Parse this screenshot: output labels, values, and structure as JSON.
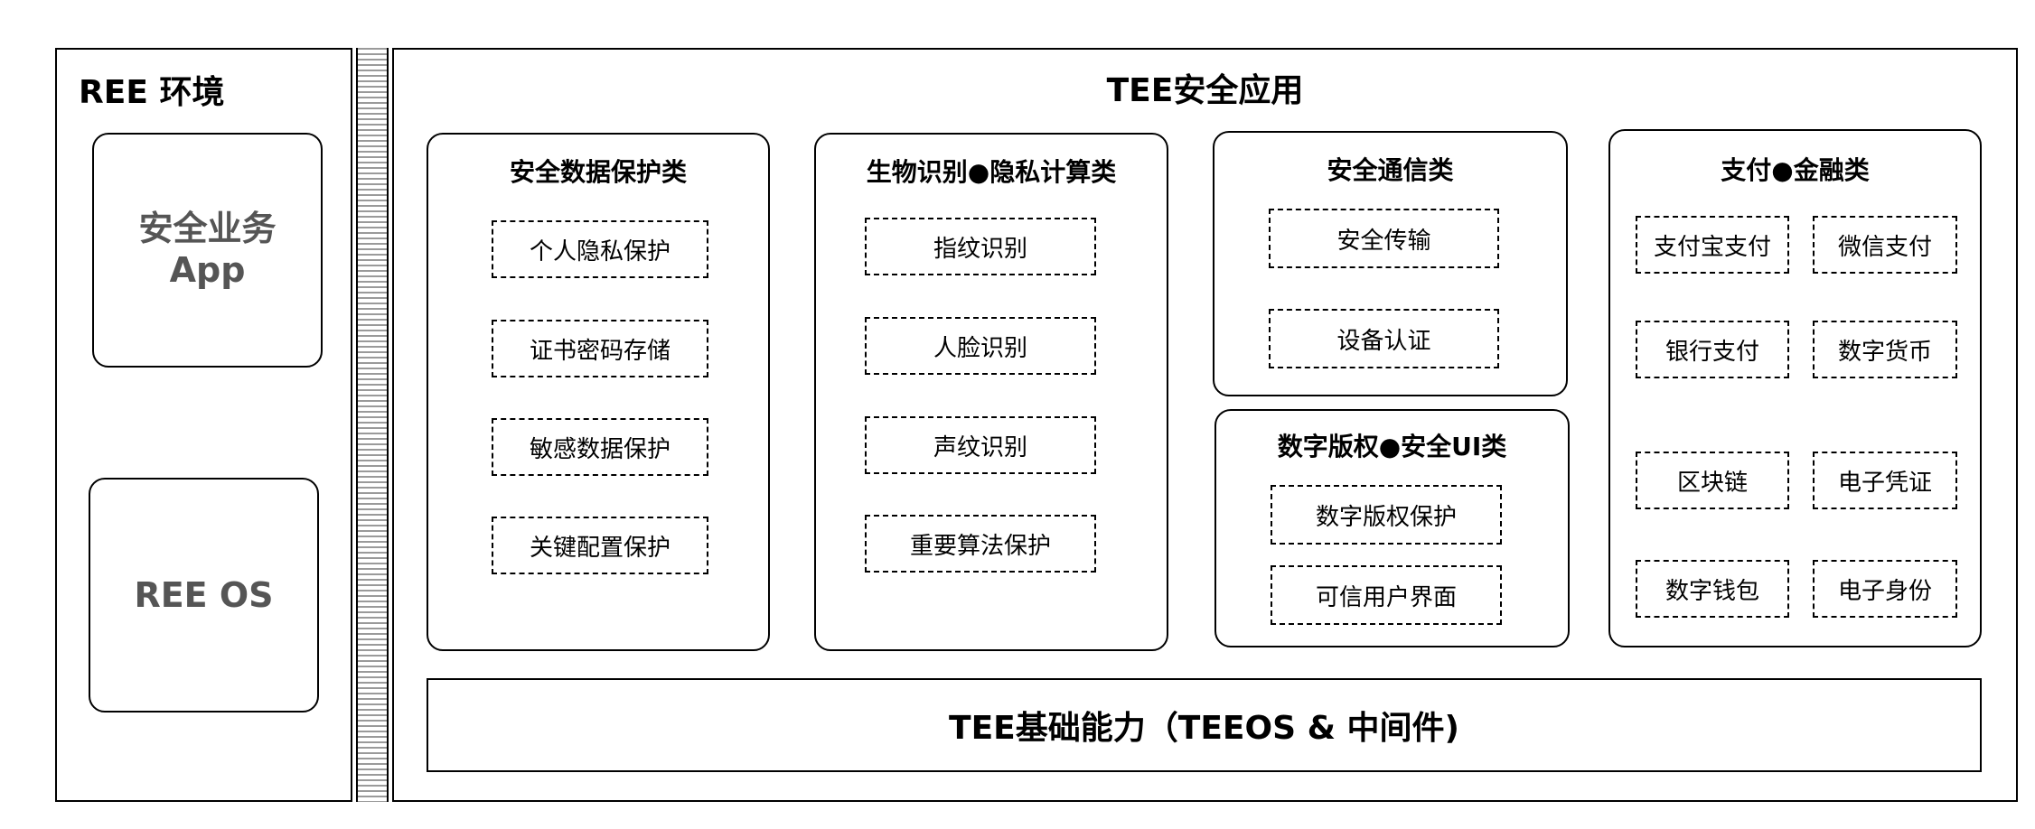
{
  "ree": {
    "title": "REE 环境",
    "app_line1": "安全业务",
    "app_line2": "App",
    "os": "REE OS"
  },
  "tee": {
    "title": "TEE安全应用",
    "base": "TEE基础能力（TEEOS & 中间件)",
    "groups": {
      "data": {
        "title": "安全数据保护类",
        "items": [
          "个人隐私保护",
          "证书密码存储",
          "敏感数据保护",
          "关键配置保护"
        ]
      },
      "bio": {
        "title": "生物识别●隐私计算类",
        "items": [
          "指纹识别",
          "人脸识别",
          "声纹识别",
          "重要算法保护"
        ]
      },
      "comm": {
        "title": "安全通信类",
        "items": [
          "安全传输",
          "设备认证"
        ]
      },
      "drm": {
        "title": "数字版权●安全UI类",
        "items": [
          "数字版权保护",
          "可信用户界面"
        ]
      },
      "pay": {
        "title": "支付●金融类",
        "items": [
          "支付宝支付",
          "微信支付",
          "银行支付",
          "数字货币",
          "区块链",
          "电子凭证",
          "数字钱包",
          "电子身份"
        ]
      }
    }
  }
}
